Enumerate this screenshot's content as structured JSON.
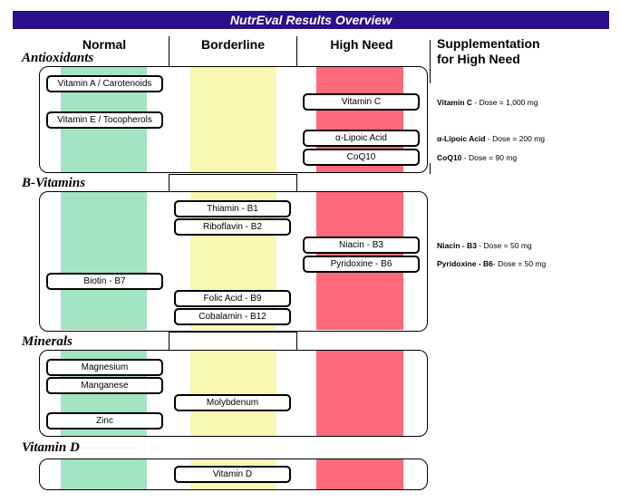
{
  "title": "NutrEval Results Overview",
  "columns": {
    "normal": "Normal",
    "borderline": "Borderline",
    "high": "High Need"
  },
  "supplementation": {
    "line1": "Supplementation",
    "line2": "for High Need"
  },
  "sections": {
    "antioxidants": "Antioxidants",
    "bvitamins": "B-Vitamins",
    "minerals": "Minerals",
    "vitamind": "Vitamin D"
  },
  "markers": {
    "vitamin_a": "Vitamin A / Carotenoids",
    "vitamin_e": "Vitamin E / Tocopherols",
    "vitamin_c": "Vitamin C",
    "lipoic": "α-Lipoic Acid",
    "coq10": "CoQ10",
    "thiamin": "Thiamin - B1",
    "riboflavin": "Riboflavin - B2",
    "niacin": "Niacin - B3",
    "pyridoxine": "Pyridoxine - B6",
    "biotin": "Biotin - B7",
    "folic": "Folic Acid - B9",
    "cobalamin": "Cobalamin - B12",
    "magnesium": "Magnesium",
    "manganese": "Manganese",
    "molybdenum": "Molybdenum",
    "zinc": "Zinc",
    "vitamin_d": "Vitamin D"
  },
  "doses": {
    "vitamin_c": {
      "name": "Vitamin C",
      "text": " - Dose = 1,000 mg"
    },
    "lipoic": {
      "name": "α-Lipoic Acid",
      "text": " - Dose = 200 mg"
    },
    "coq10": {
      "name": "CoQ10",
      "text": " - Dose = 90 mg"
    },
    "niacin": {
      "name": "Niacin - B3",
      "text": " - Dose = 50 mg"
    },
    "pyridoxine": {
      "name": "Pyridoxine - B6",
      "text": "- Dose = 50 mg"
    }
  },
  "colors": {
    "title_bar": "#2a0f8a",
    "normal": "#a3e4c3",
    "borderline": "#f8f8b0",
    "high_need": "#fd6a7c"
  }
}
